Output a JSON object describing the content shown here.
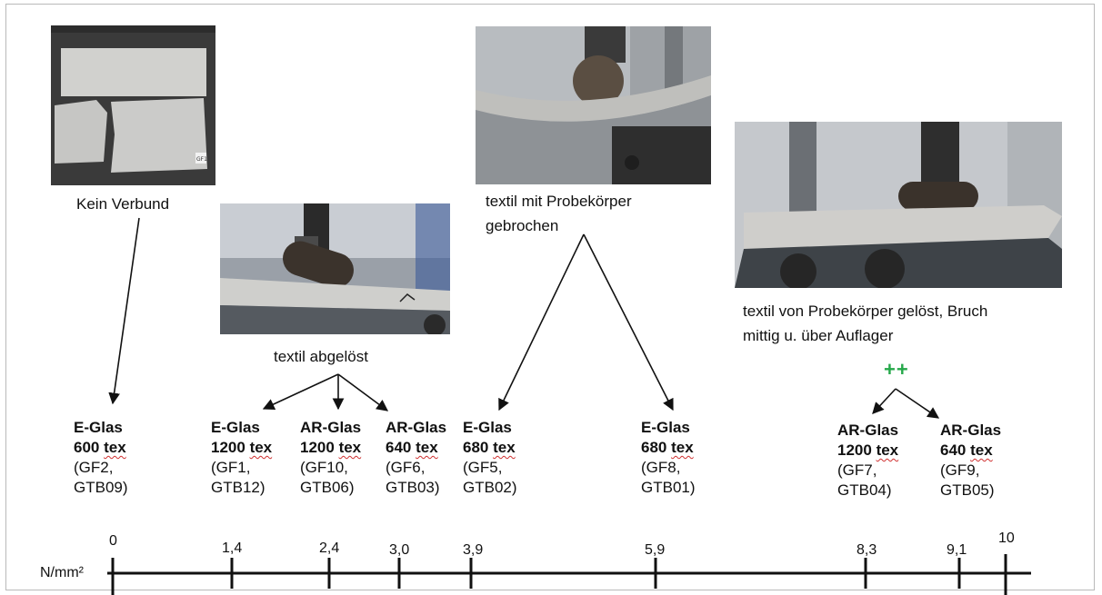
{
  "captions": {
    "kein_verbund": "Kein Verbund",
    "textil_abgeloest": "textil abgelöst",
    "textil_gebrochen_1": "textil mit Probekörper",
    "textil_gebrochen_2": "gebrochen",
    "textil_geloest_1": "textil  von Probekörper gelöst, Bruch",
    "textil_geloest_2": "mittig u. über Auflager",
    "plus": "++"
  },
  "photo_label": "GF1",
  "axis": {
    "unit": "N/mm²",
    "ticks": [
      "0",
      "1,4",
      "2,4",
      "3,0",
      "3,9",
      "5,9",
      "8,3",
      "9,1",
      "10"
    ]
  },
  "materials": [
    {
      "name": "E-Glas",
      "tex": "600",
      "unit": "tex",
      "ids_1": "(GF2,",
      "ids_2": "GTB09)"
    },
    {
      "name": "E-Glas",
      "tex": "1200",
      "unit": "tex",
      "ids_1": "(GF1,",
      "ids_2": "GTB12)"
    },
    {
      "name": "AR-Glas",
      "tex": "1200",
      "unit": "tex",
      "ids_1": "(GF10,",
      "ids_2": "GTB06)"
    },
    {
      "name": "AR-Glas",
      "tex": "640",
      "unit": "tex",
      "ids_1": "(GF6,",
      "ids_2": "GTB03)"
    },
    {
      "name": "E-Glas",
      "tex": "680",
      "unit": "tex",
      "ids_1": "(GF5,",
      "ids_2": "GTB02)"
    },
    {
      "name": "E-Glas",
      "tex": "680",
      "unit": "tex",
      "ids_1": "(GF8,",
      "ids_2": "GTB01)"
    },
    {
      "name": "AR-Glas",
      "tex": "1200",
      "unit": "tex",
      "ids_1": "(GF7,",
      "ids_2": "GTB04)"
    },
    {
      "name": "AR-Glas",
      "tex": "640",
      "unit": "tex",
      "ids_1": "(GF9,",
      "ids_2": "GTB05)"
    }
  ]
}
